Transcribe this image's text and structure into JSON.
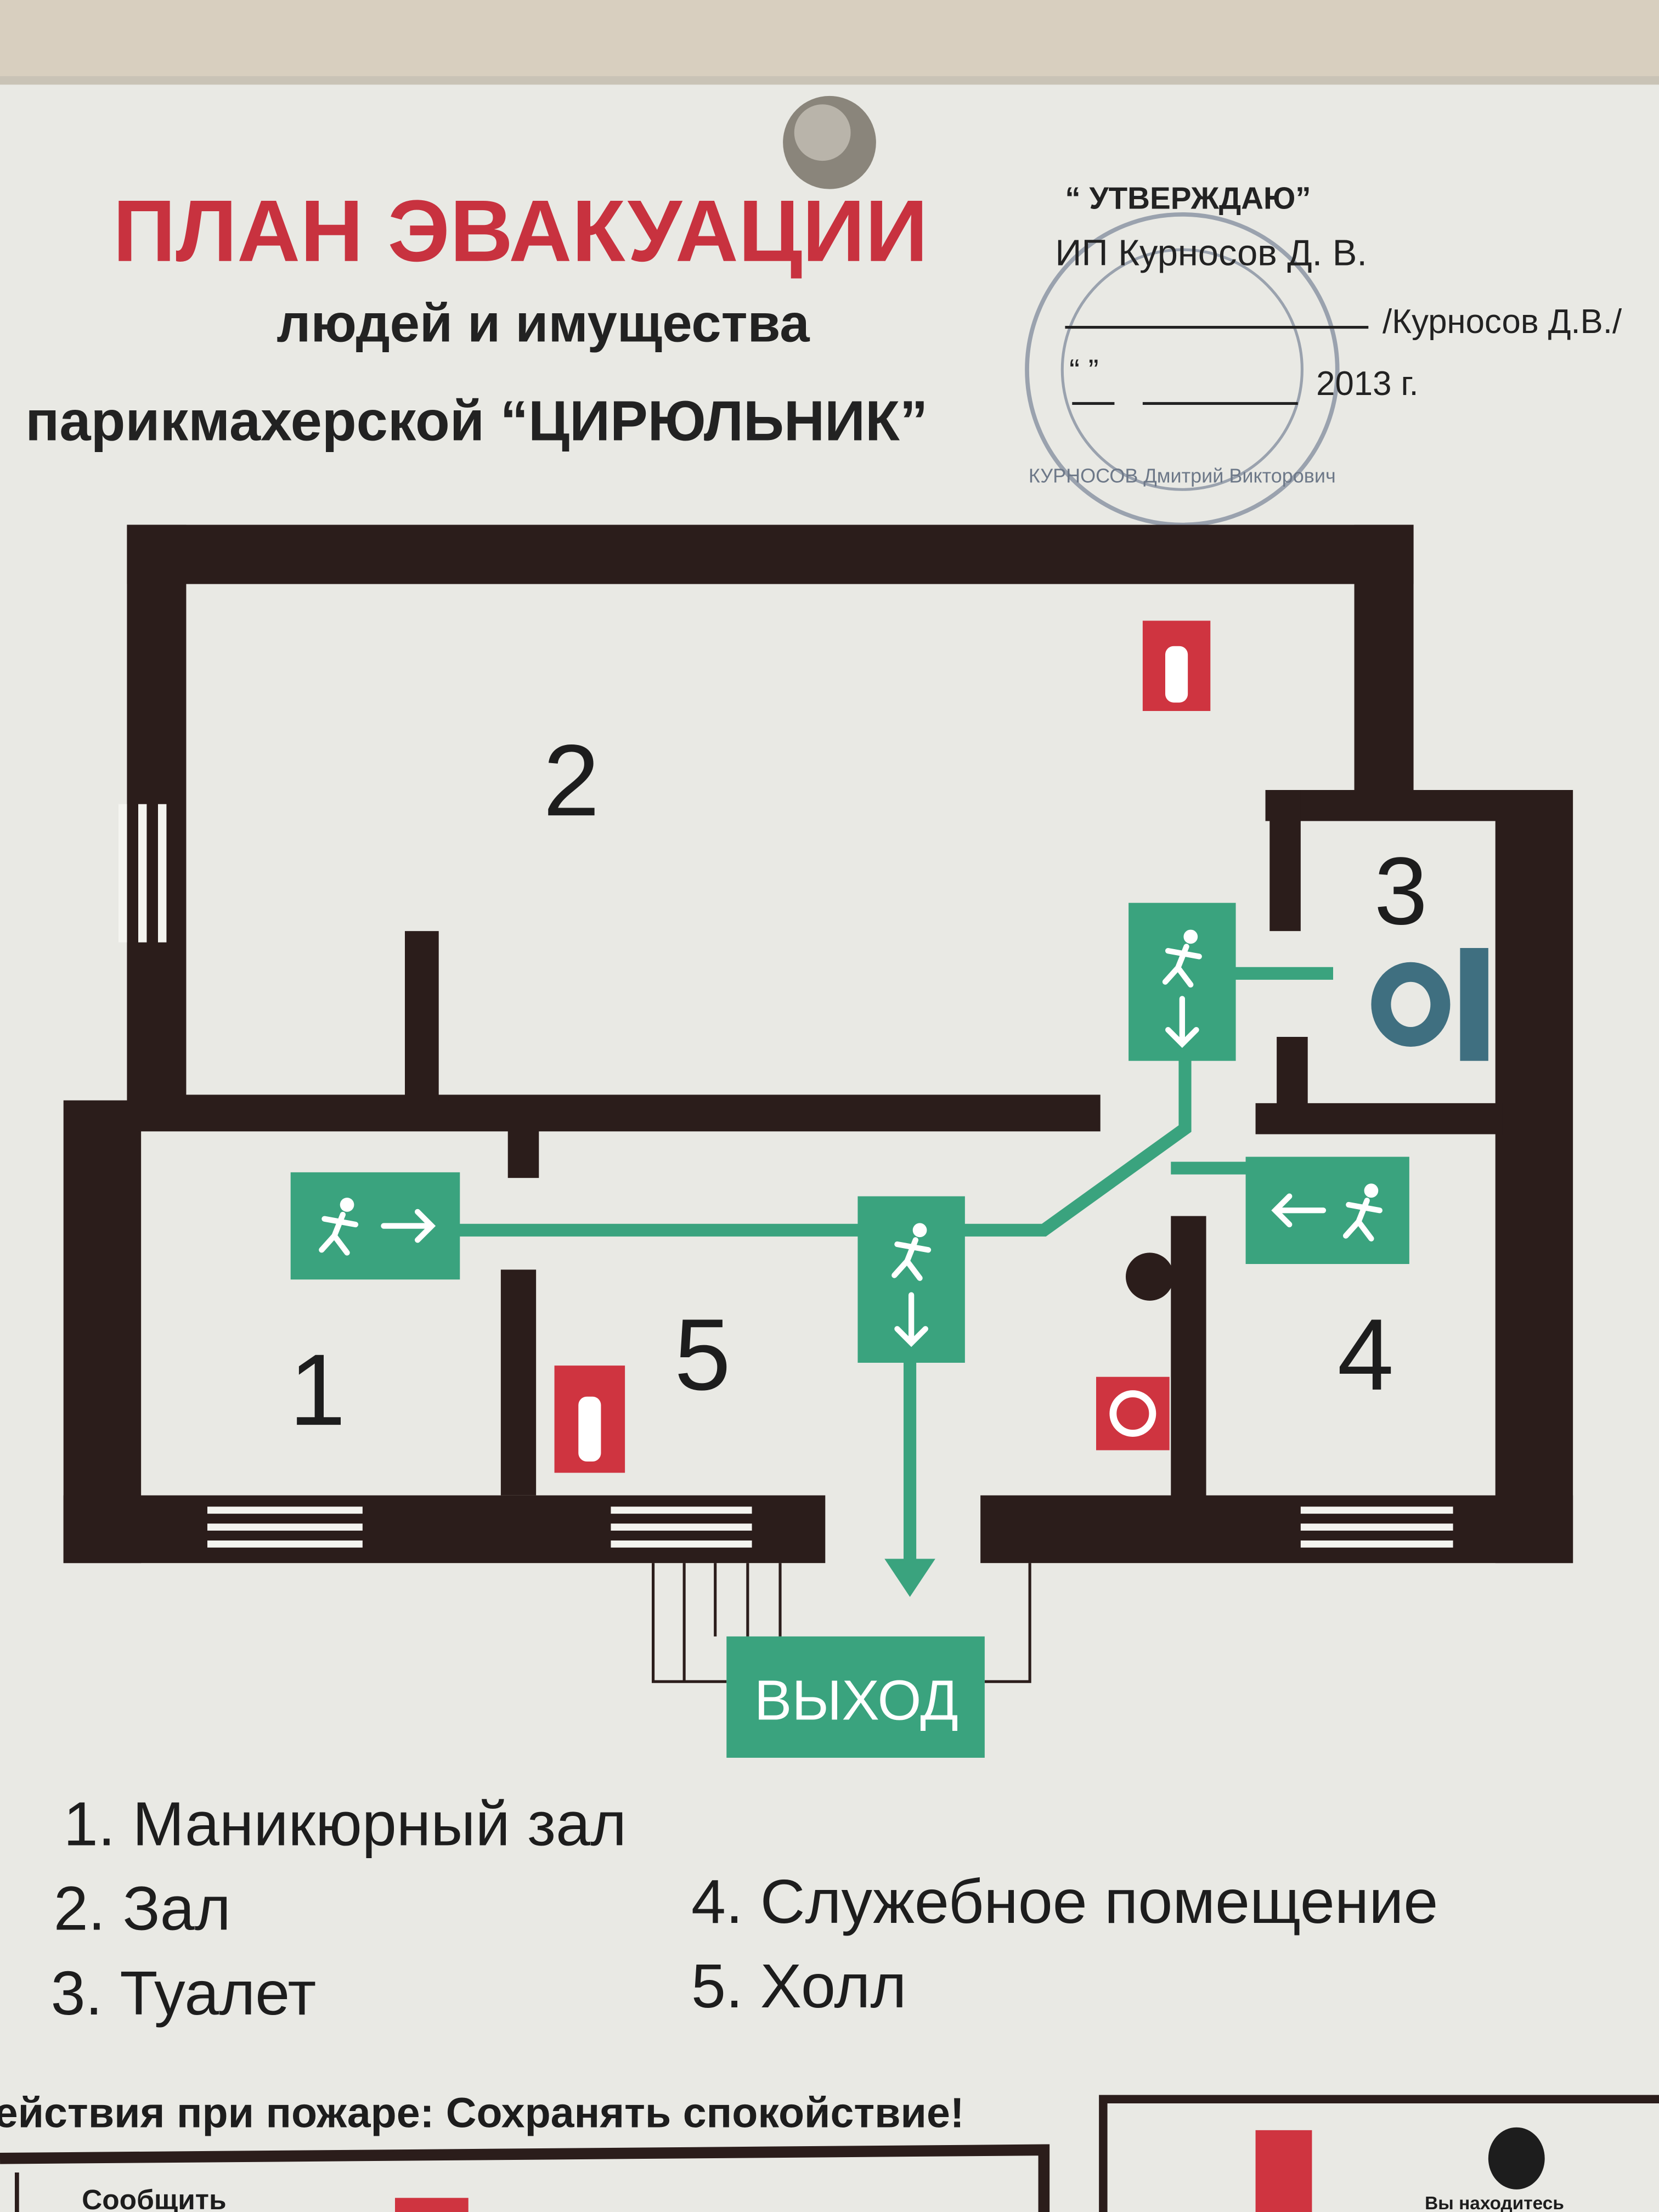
{
  "header": {
    "title": "ПЛАН ЭВАКУАЦИИ",
    "subtitle1": "людей и имущества",
    "subtitle2": "парикмахерской “ЦИРЮЛЬНИК”"
  },
  "approval": {
    "approve": "“ УТВЕРЖДАЮ”",
    "org": "ИП Курносов Д. В.",
    "signer": "/Курносов Д.В./",
    "date_quotes": "“       ”",
    "year": "2013 г.",
    "stamp_text": "КУРНОСОВ Дмитрий Викторович"
  },
  "plan": {
    "rooms": [
      "1",
      "2",
      "3",
      "4",
      "5"
    ],
    "exit_label": "ВЫХОД"
  },
  "legend": {
    "items": [
      "1. Маникюрный зал",
      "2. Зал",
      "3. Туалет",
      "4. Служебное помещение",
      "5. Холл"
    ]
  },
  "footer": {
    "actions_title": "ействия при пожаре: Сохранять спокойствие!",
    "report": "Сообщить",
    "you_are_here": "Вы находитесь"
  },
  "colors": {
    "title_red": "#c8323f",
    "evac_green": "#3aa37e",
    "wall": "#2b1d1b"
  }
}
